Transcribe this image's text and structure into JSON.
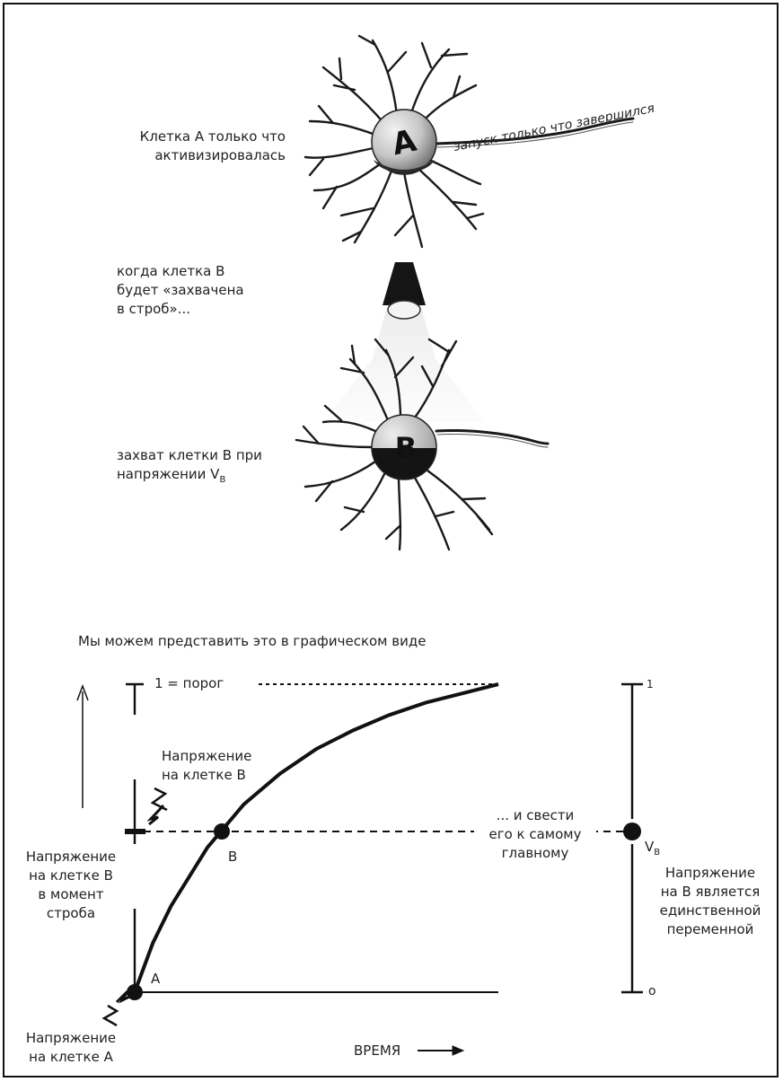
{
  "top": {
    "cell_a_label": "Клетка А только что\nактивизировалась",
    "cell_a_letter": "A",
    "axon_caption": "запуск только что завершился",
    "strobe_text": "когда клетка В\nбудет «захвачена\nв строб»...",
    "cell_b_label_main": "захват клетки В при\nнапряжении V",
    "cell_b_label_sub": "B",
    "cell_b_letter": "B"
  },
  "graph": {
    "heading": "Мы можем представить это в графическом виде",
    "threshold_label": "1 = порог",
    "voltage_on_b_top": "Напряжение\nна клетке В",
    "voltage_on_b_strobe": "Напряжение\nна клетке В\nв момент\nстроба",
    "voltage_on_a": "Напряжение\nна клетке А",
    "point_a": "A",
    "point_b": "B",
    "reduce_text": "... и свести\nего к самому\nглавному",
    "time_label": "ВРЕМЯ",
    "scale_top": "1",
    "scale_bottom": "o",
    "scale_vb_main": "V",
    "scale_vb_sub": "B",
    "single_var_text": "Напряжение\nна В является\nединственной\nпеременной"
  },
  "chart_data": {
    "type": "line",
    "title": "",
    "xlabel": "ВРЕМЯ",
    "ylabel": "",
    "ylim": [
      0,
      1
    ],
    "series": [
      {
        "x": [
          0,
          0.05,
          0.1,
          0.2,
          0.3,
          0.4,
          0.5,
          0.6,
          0.7,
          0.8,
          0.9,
          1.0
        ],
        "y": [
          0,
          0.16,
          0.28,
          0.47,
          0.61,
          0.71,
          0.79,
          0.85,
          0.9,
          0.94,
          0.97,
          1.0
        ]
      }
    ],
    "points": [
      {
        "label": "A",
        "x": 0,
        "y": 0
      },
      {
        "label": "B",
        "x": 0.24,
        "y": 0.54
      }
    ],
    "threshold": 1,
    "strobe_voltage": 0.54
  },
  "colors": {
    "ink": "#111111",
    "cell_gray": "#c9c9c9",
    "cell_dark": "#1a1a1a",
    "text": "#222222"
  }
}
